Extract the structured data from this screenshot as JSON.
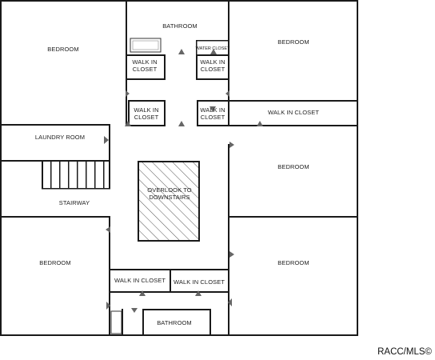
{
  "rooms": {
    "bathroom_top": "BATHROOM",
    "bedroom_top_left": "BEDROOM",
    "bedroom_top_right": "BEDROOM",
    "walk_in_closet_1_a": "WALK IN",
    "walk_in_closet_1_b": "CLOSET",
    "walk_in_closet_2_a": "WALK IN",
    "walk_in_closet_2_b": "CLOSET",
    "water_closet": "WATER CLOSET",
    "walk_in_closet_3_a": "WALK IN",
    "walk_in_closet_3_b": "CLOSET",
    "walk_in_closet_4_a": "WALK IN",
    "walk_in_closet_4_b": "CLOSET",
    "walk_in_closet_right": "WALK IN CLOSET",
    "laundry_room": "LAUNDRY ROOM",
    "bedroom_mid_right": "BEDROOM",
    "stairway": "STAIRWAY",
    "overlook_a": "OVERLOOK TO",
    "overlook_b": "DOWNSTAIRS",
    "bedroom_bottom_left": "BEDROOM",
    "bedroom_bottom_right": "BEDROOM",
    "walk_in_closet_bottom_left": "WALK IN CLOSET",
    "walk_in_closet_bottom_right": "WALK IN CLOSET",
    "bathroom_bottom": "BATHROOM"
  },
  "watermark": "RACC/MLS©"
}
